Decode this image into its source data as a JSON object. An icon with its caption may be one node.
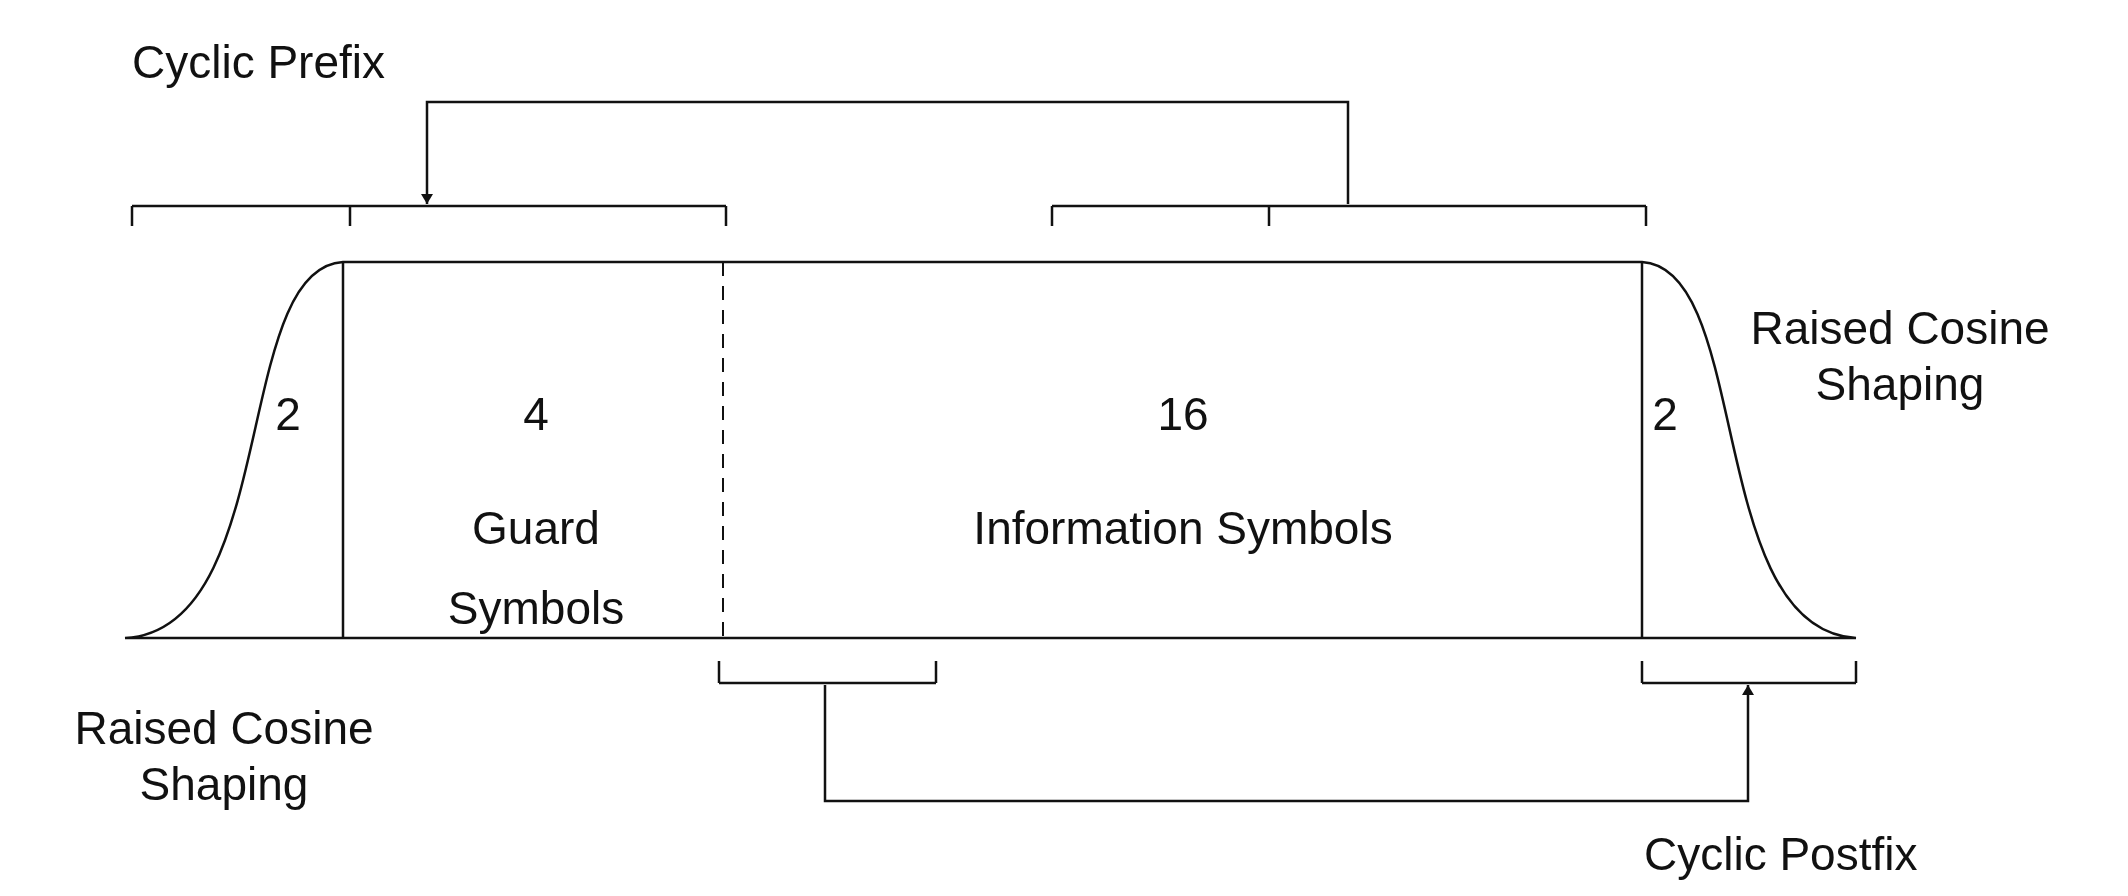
{
  "diagram": {
    "nodes": [
      {
        "text": [],
        "shape": "bracket"
      },
      {
        "text": [],
        "shape": "bracket"
      },
      {
        "text": [
          "2"
        ]
      },
      {
        "text": [
          "4",
          "Guard Symbols"
        ]
      },
      {
        "text": [
          "16",
          "Information Symbols"
        ]
      },
      {
        "text": [
          "2"
        ]
      },
      {
        "text": [],
        "shape": "bracket"
      },
      {
        "text": [],
        "shape": "bracket"
      }
    ],
    "edges": [
      {
        "from": 1,
        "to": 0,
        "arrow": "to",
        "label": "Cyclic Prefix"
      },
      {
        "from": 6,
        "to": 7,
        "arrow": "to",
        "label": "Cyclic Postfix"
      }
    ],
    "labels": [
      "Raised Cosine Shaping",
      "Raised Cosine Shaping"
    ]
  }
}
